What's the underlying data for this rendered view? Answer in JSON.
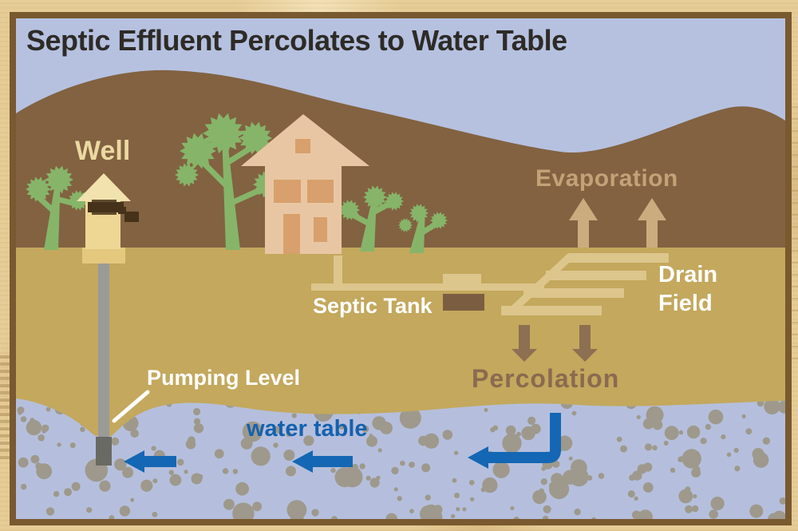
{
  "frame": {
    "title": "Septic Effluent Percolates to Water Table"
  },
  "labels": {
    "well": "Well",
    "evaporation": "Evaporation",
    "drain_field_line1": "Drain",
    "drain_field_line2": "Field",
    "septic_tank": "Septic Tank",
    "percolation": "Percolation",
    "pumping_level": "Pumping Level",
    "water_table": "water table"
  },
  "colors": {
    "sky": "#b6c1e0",
    "hill": "#826241",
    "soil": "#c3a85d",
    "water": "#b5bfdd",
    "pebble": "#9e998c",
    "pipe_cream": "#ddc68c",
    "tank_brown": "#7b5e42",
    "drain_field_cream": "#ddc68c",
    "arrow_blue": "#1467b4",
    "arrow_tan": "#cbac7e",
    "arrow_brown": "#8d6f51",
    "house_body": "#e9c6a3",
    "house_window": "#d7a06c",
    "tree_green": "#86b569",
    "well_cream": "#eed795",
    "well_roof": "#f2e2ad",
    "well_base": "#e3c87e",
    "well_dark": "#46321a",
    "pipe_gray": "#9a9a98",
    "pump_gray": "#6a6a64",
    "frame_border": "#79592f",
    "margin_tan": "#e6cc96",
    "title_text": "#2e2b27",
    "well_text": "#ecd9a2",
    "evaporation_text": "#c3a277",
    "percolation_text": "#8a6a50",
    "water_table_text": "#1561ad",
    "white_text": "#ffffff"
  }
}
